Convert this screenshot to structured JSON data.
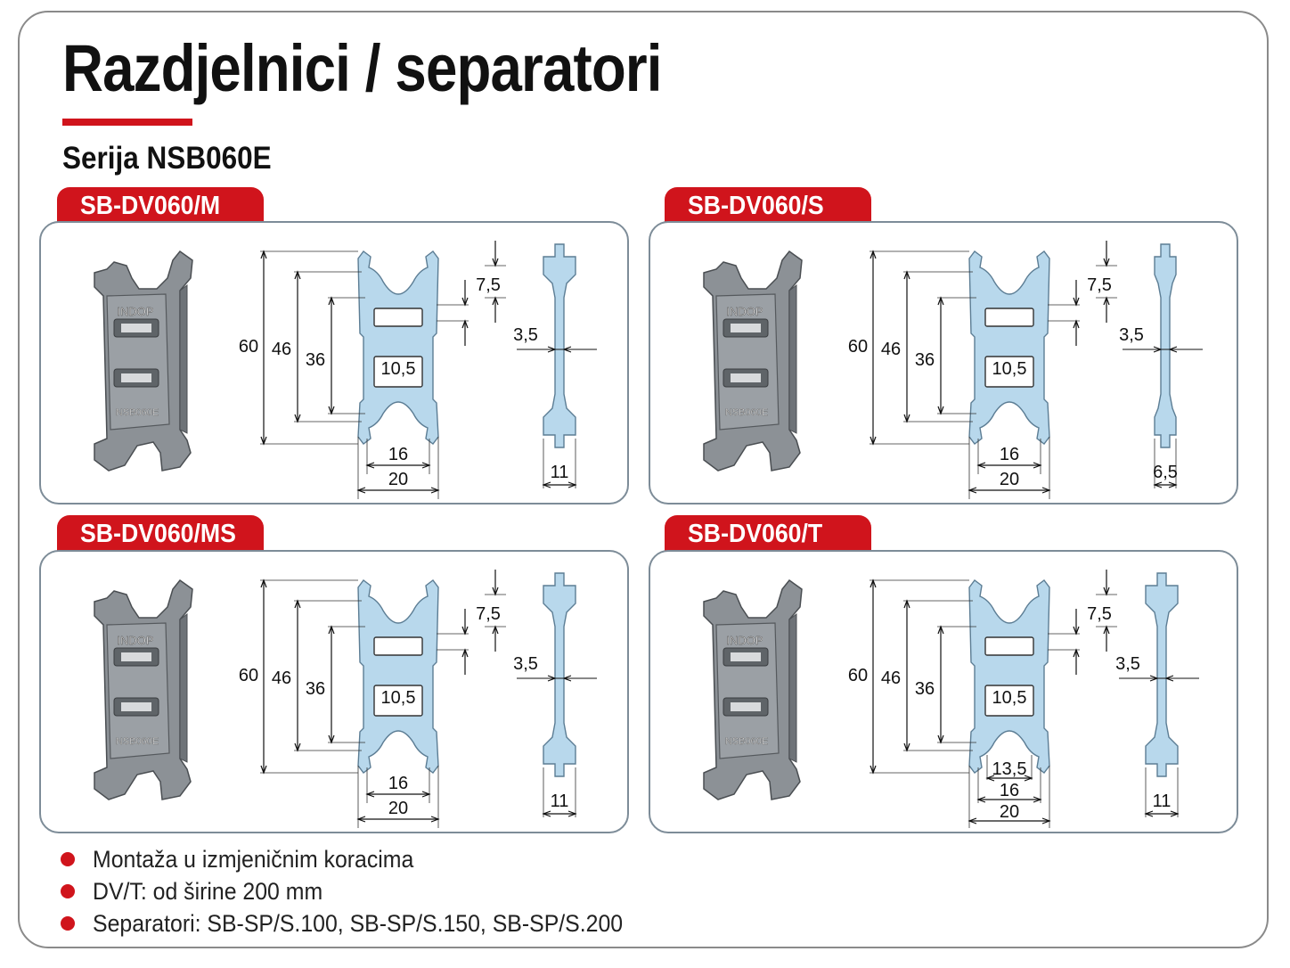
{
  "title": "Razdjelnici / separatori",
  "subtitle": "Serija NSB060E",
  "colors": {
    "accent": "#d0141c",
    "profile_fill": "#b8d8ec",
    "frame": "#7d8c98"
  },
  "products": [
    {
      "name": "SB-DV060/M",
      "brand_mark": "INDOP",
      "part_mark": "NSB060E",
      "dims": {
        "h60": "60",
        "h46": "46",
        "h36": "36",
        "slot": "10,5",
        "gap": "7,5",
        "inner": "16",
        "outer": "20",
        "side_web": "3,5",
        "side_width": "11"
      }
    },
    {
      "name": "SB-DV060/S",
      "brand_mark": "INDOP",
      "part_mark": "NSB060E",
      "dims": {
        "h60": "60",
        "h46": "46",
        "h36": "36",
        "slot": "10,5",
        "gap": "7,5",
        "inner": "16",
        "outer": "20",
        "side_web": "3,5",
        "side_width": "6,5"
      }
    },
    {
      "name": "SB-DV060/MS",
      "brand_mark": "INDOP",
      "part_mark": "NSB060E",
      "dims": {
        "h60": "60",
        "h46": "46",
        "h36": "36",
        "slot": "10,5",
        "gap": "7,5",
        "inner": "16",
        "outer": "20",
        "side_web": "3,5",
        "side_width": "11"
      }
    },
    {
      "name": "SB-DV060/T",
      "brand_mark": "INDOP",
      "part_mark": "NSB060E",
      "dims": {
        "h60": "60",
        "h46": "46",
        "h36": "36",
        "slot": "10,5",
        "gap": "7,5",
        "inner": "16",
        "outer": "20",
        "extra": "13,5",
        "side_web": "3,5",
        "side_width": "11"
      }
    }
  ],
  "notes": [
    "Montaža u izmjeničnim koracima",
    "DV/T: od širine 200 mm",
    "Separatori: SB-SP/S.100, SB-SP/S.150, SB-SP/S.200"
  ]
}
